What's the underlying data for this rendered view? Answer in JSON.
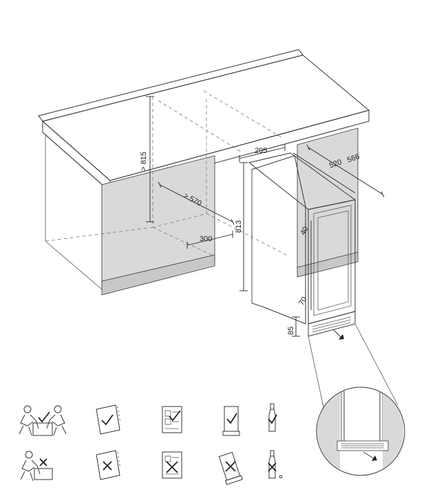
{
  "dimensions": {
    "min_height": "> 815",
    "min_depth": "> 570",
    "niche_width": "300",
    "appliance_width": "295",
    "depth_body": "520",
    "depth_total": "566",
    "height": "813",
    "door_gap": "40",
    "door_offset": "70",
    "base_height": "85"
  },
  "icons": [
    {
      "name": "two-person-lift-ok-icon"
    },
    {
      "name": "manual-ok-icon"
    },
    {
      "name": "instructions-ok-icon"
    },
    {
      "name": "upright-transport-ok-icon"
    },
    {
      "name": "bottle-upright-ok-icon"
    },
    {
      "name": "single-person-lift-not-ok-icon"
    },
    {
      "name": "manual-ignore-not-ok-icon"
    },
    {
      "name": "instructions-ignore-not-ok-icon"
    },
    {
      "name": "tilted-transport-not-ok-icon"
    },
    {
      "name": "bottle-not-ok-icon"
    }
  ],
  "colors": {
    "cabinet_shade": "#d9d9d9",
    "plinth_shade": "#c8c8c8",
    "line": "#333333"
  }
}
